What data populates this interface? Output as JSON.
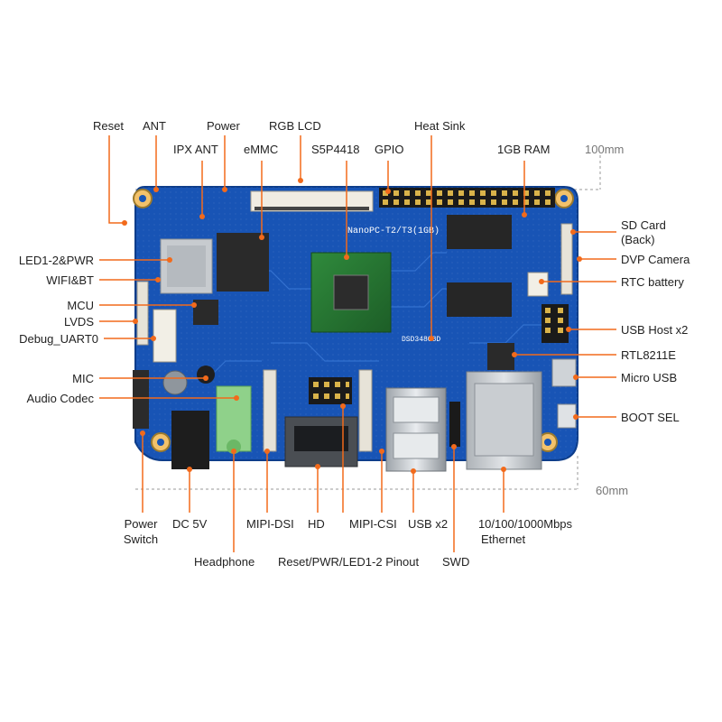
{
  "diagram": {
    "dimensions": {
      "width_label": "100mm",
      "height_label": "60mm"
    },
    "board_silk": {
      "model": "NanoPC-T2/T3(1GB)",
      "board_id": "DSD34808D"
    },
    "labels": {
      "reset": "Reset",
      "ant": "ANT",
      "ipx_ant": "IPX ANT",
      "power": "Power",
      "emmc": "eMMC",
      "rgb_lcd": "RGB LCD",
      "s5p4418": "S5P4418",
      "gpio": "GPIO",
      "heat_sink": "Heat Sink",
      "ram": "1GB RAM",
      "led_pwr": "LED1-2&PWR",
      "wifi_bt": "WIFI&BT",
      "mcu": "MCU",
      "lvds": "LVDS",
      "debug_uart": "Debug_UART0",
      "mic": "MIC",
      "audio_codec": "Audio Codec",
      "sd_card": "SD Card",
      "sd_card_back": "(Back)",
      "dvp_camera": "DVP Camera",
      "rtc_battery": "RTC battery",
      "usb_host": "USB Host x2",
      "rtl8211e": "RTL8211E",
      "micro_usb": "Micro USB",
      "boot_sel": "BOOT SEL",
      "power_switch_1": "Power",
      "power_switch_2": "Switch",
      "dc5v": "DC 5V",
      "headphone": "Headphone",
      "mipi_dsi": "MIPI-DSI",
      "hd": "HD",
      "pinout": "Reset/PWR/LED1-2 Pinout",
      "mipi_csi": "MIPI-CSI",
      "usb_x2": "USB x2",
      "swd": "SWD",
      "ethernet_1": "10/100/1000Mbps",
      "ethernet_2": "Ethernet"
    }
  }
}
